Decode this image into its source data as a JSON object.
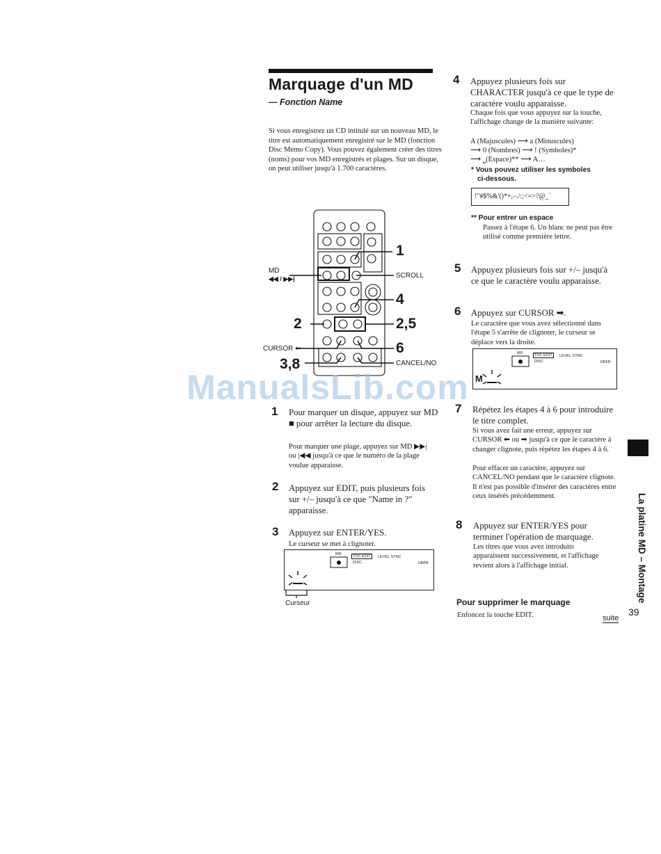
{
  "page": {
    "title": "Marquage d'un MD",
    "subtitle": "— Fonction Name",
    "intro": "Si vous enregistrez un CD intitulé sur un nouveau MD, le titre est automatiquement enregistré sur le MD (fonction Disc Memo Copy). Vous pouvez également créer des titres (noms) pour vos MD enregistrés et plages. Sur un disque, on peut utiliser jusqu'à 1.700 caractères.",
    "watermark": "ManualsLib.com",
    "side_tab": "La platine MD – Montage",
    "page_number": "39",
    "continued": "suite"
  },
  "remote": {
    "label_md": "MD",
    "label_md_keys": "◀◀ / ▶▶|",
    "label_scroll": "SCROLL",
    "label_cursor": "CURSOR ⬅",
    "label_cancel": "CANCEL/NO",
    "callouts": {
      "c1": "1",
      "c4": "4",
      "c2": "2",
      "c25": "2,5",
      "c6": "6",
      "c38": "3,8"
    }
  },
  "steps": {
    "s1": {
      "num": "1",
      "main": "Pour marquer un disque, appuyez sur MD ■ pour arrêter la lecture du disque.",
      "sub": "Pour marquer une plage, appuyez sur MD ▶▶| ou |◀◀ jusqu'à ce que le numéro de la plage voulue apparaisse."
    },
    "s2": {
      "num": "2",
      "main": "Appuyez sur EDIT, puis plusieurs fois sur +/– jusqu'à ce que \"Name in ?\" apparaisse."
    },
    "s3": {
      "num": "3",
      "main": "Appuyez sur ENTER/YES.",
      "sub": "Le curseur se met à clignoter.",
      "caption": "Curseur"
    },
    "s4": {
      "num": "4",
      "main": "Appuyez plusieurs fois sur CHARACTER jusqu'à ce que le type de caractère voulu apparaisse.",
      "sub": "Chaque fois que vous appuyez sur la touche, l'affichage change de la manière suivante:",
      "seq1": "A (Majuscules) ⟶ a (Minuscules)",
      "seq2": "⟶ 0 (Nombres) ⟶ ! (Symboles)*",
      "seq3": "⟶ ⎵(Espace)** ⟶ A…",
      "note1": "* Vous pouvez utiliser les symboles",
      "note1b": "ci-dessous.",
      "symbols": "!\"#$%&'()*+,–./:;<=>?@_`",
      "note2": "** Pour entrer un espace",
      "note2_body": "Passez à l'étape 6. Un blanc ne peut pas être utilisé comme première lettre."
    },
    "s5": {
      "num": "5",
      "main": "Appuyez plusieurs fois sur +/– jusqu'à ce que le caractère voulu apparaisse."
    },
    "s6": {
      "num": "6",
      "main": "Appuyez sur CURSOR ➡.",
      "sub": "Le caractère que vous avez sélectionné dans l'étape 5 s'arrête de clignoter, le curseur se déplace vers la droite."
    },
    "s7": {
      "num": "7",
      "main": "Répétez les étapes 4 à 6 pour introduire le titre complet.",
      "sub": "Si vous avez fait une erreur, appuyez sur CURSOR ⬅ ou ➡ jusqu'à ce que le caractère à changer clignote, puis répétez les étapes 4 à 6.",
      "sub2": "Pour effacer un caractère, appuyez sur CANCEL/NO pendant que le caractère clignote. Il n'est pas possible d'insérer des caractères entre ceux insérés précédemment."
    },
    "s8": {
      "num": "8",
      "main": "Appuyez sur ENTER/YES pour terminer l'opération de marquage.",
      "sub": "Les titres que vous avez introduits apparaissent successivement, et l'affichage revient alors à l'affichage initial."
    }
  },
  "delete_section": {
    "heading": "Pour supprimer le marquage",
    "body": "Enfoncez la touche EDIT."
  },
  "lcd": {
    "md": "MD",
    "toc": "TOC EDIT",
    "disc": "DISC",
    "level": "LEVEL SYNC",
    "dbfb": "DBFB",
    "char": "M"
  }
}
